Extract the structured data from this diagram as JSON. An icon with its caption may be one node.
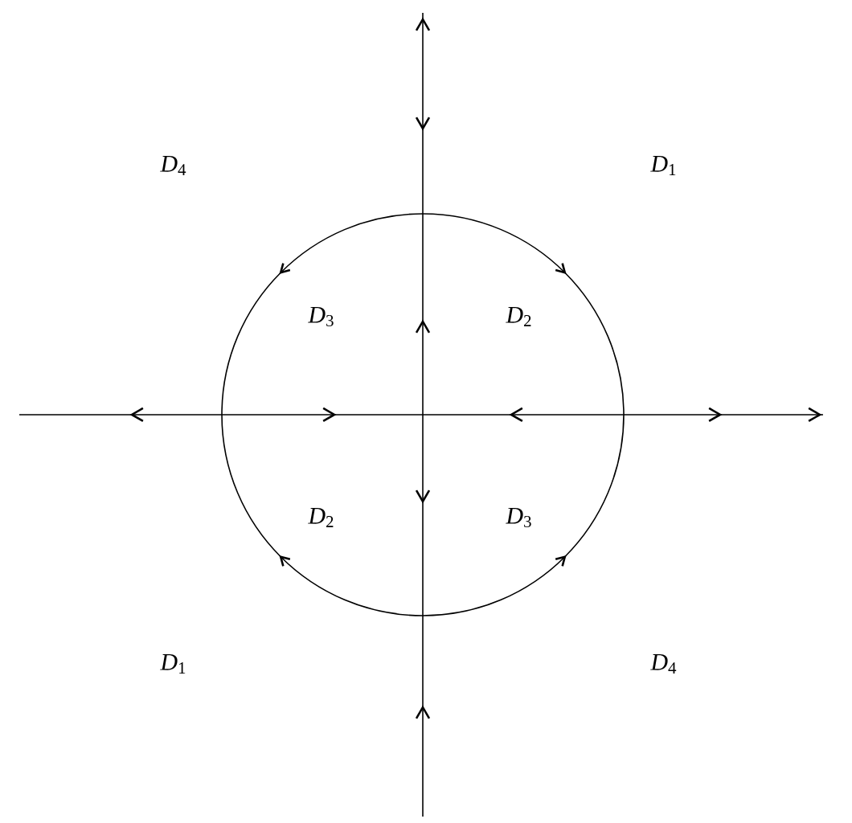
{
  "diagram": {
    "labels": [
      "*D*$_{4}$",
      "*D*$_{1}$",
      "*D*$_{3}$",
      "*D*$_{2}$",
      "*D*$_{2}$",
      "*D*$_{3}$",
      "*D*$_{1}$",
      "*D*$_{4}$"
    ]
  }
}
